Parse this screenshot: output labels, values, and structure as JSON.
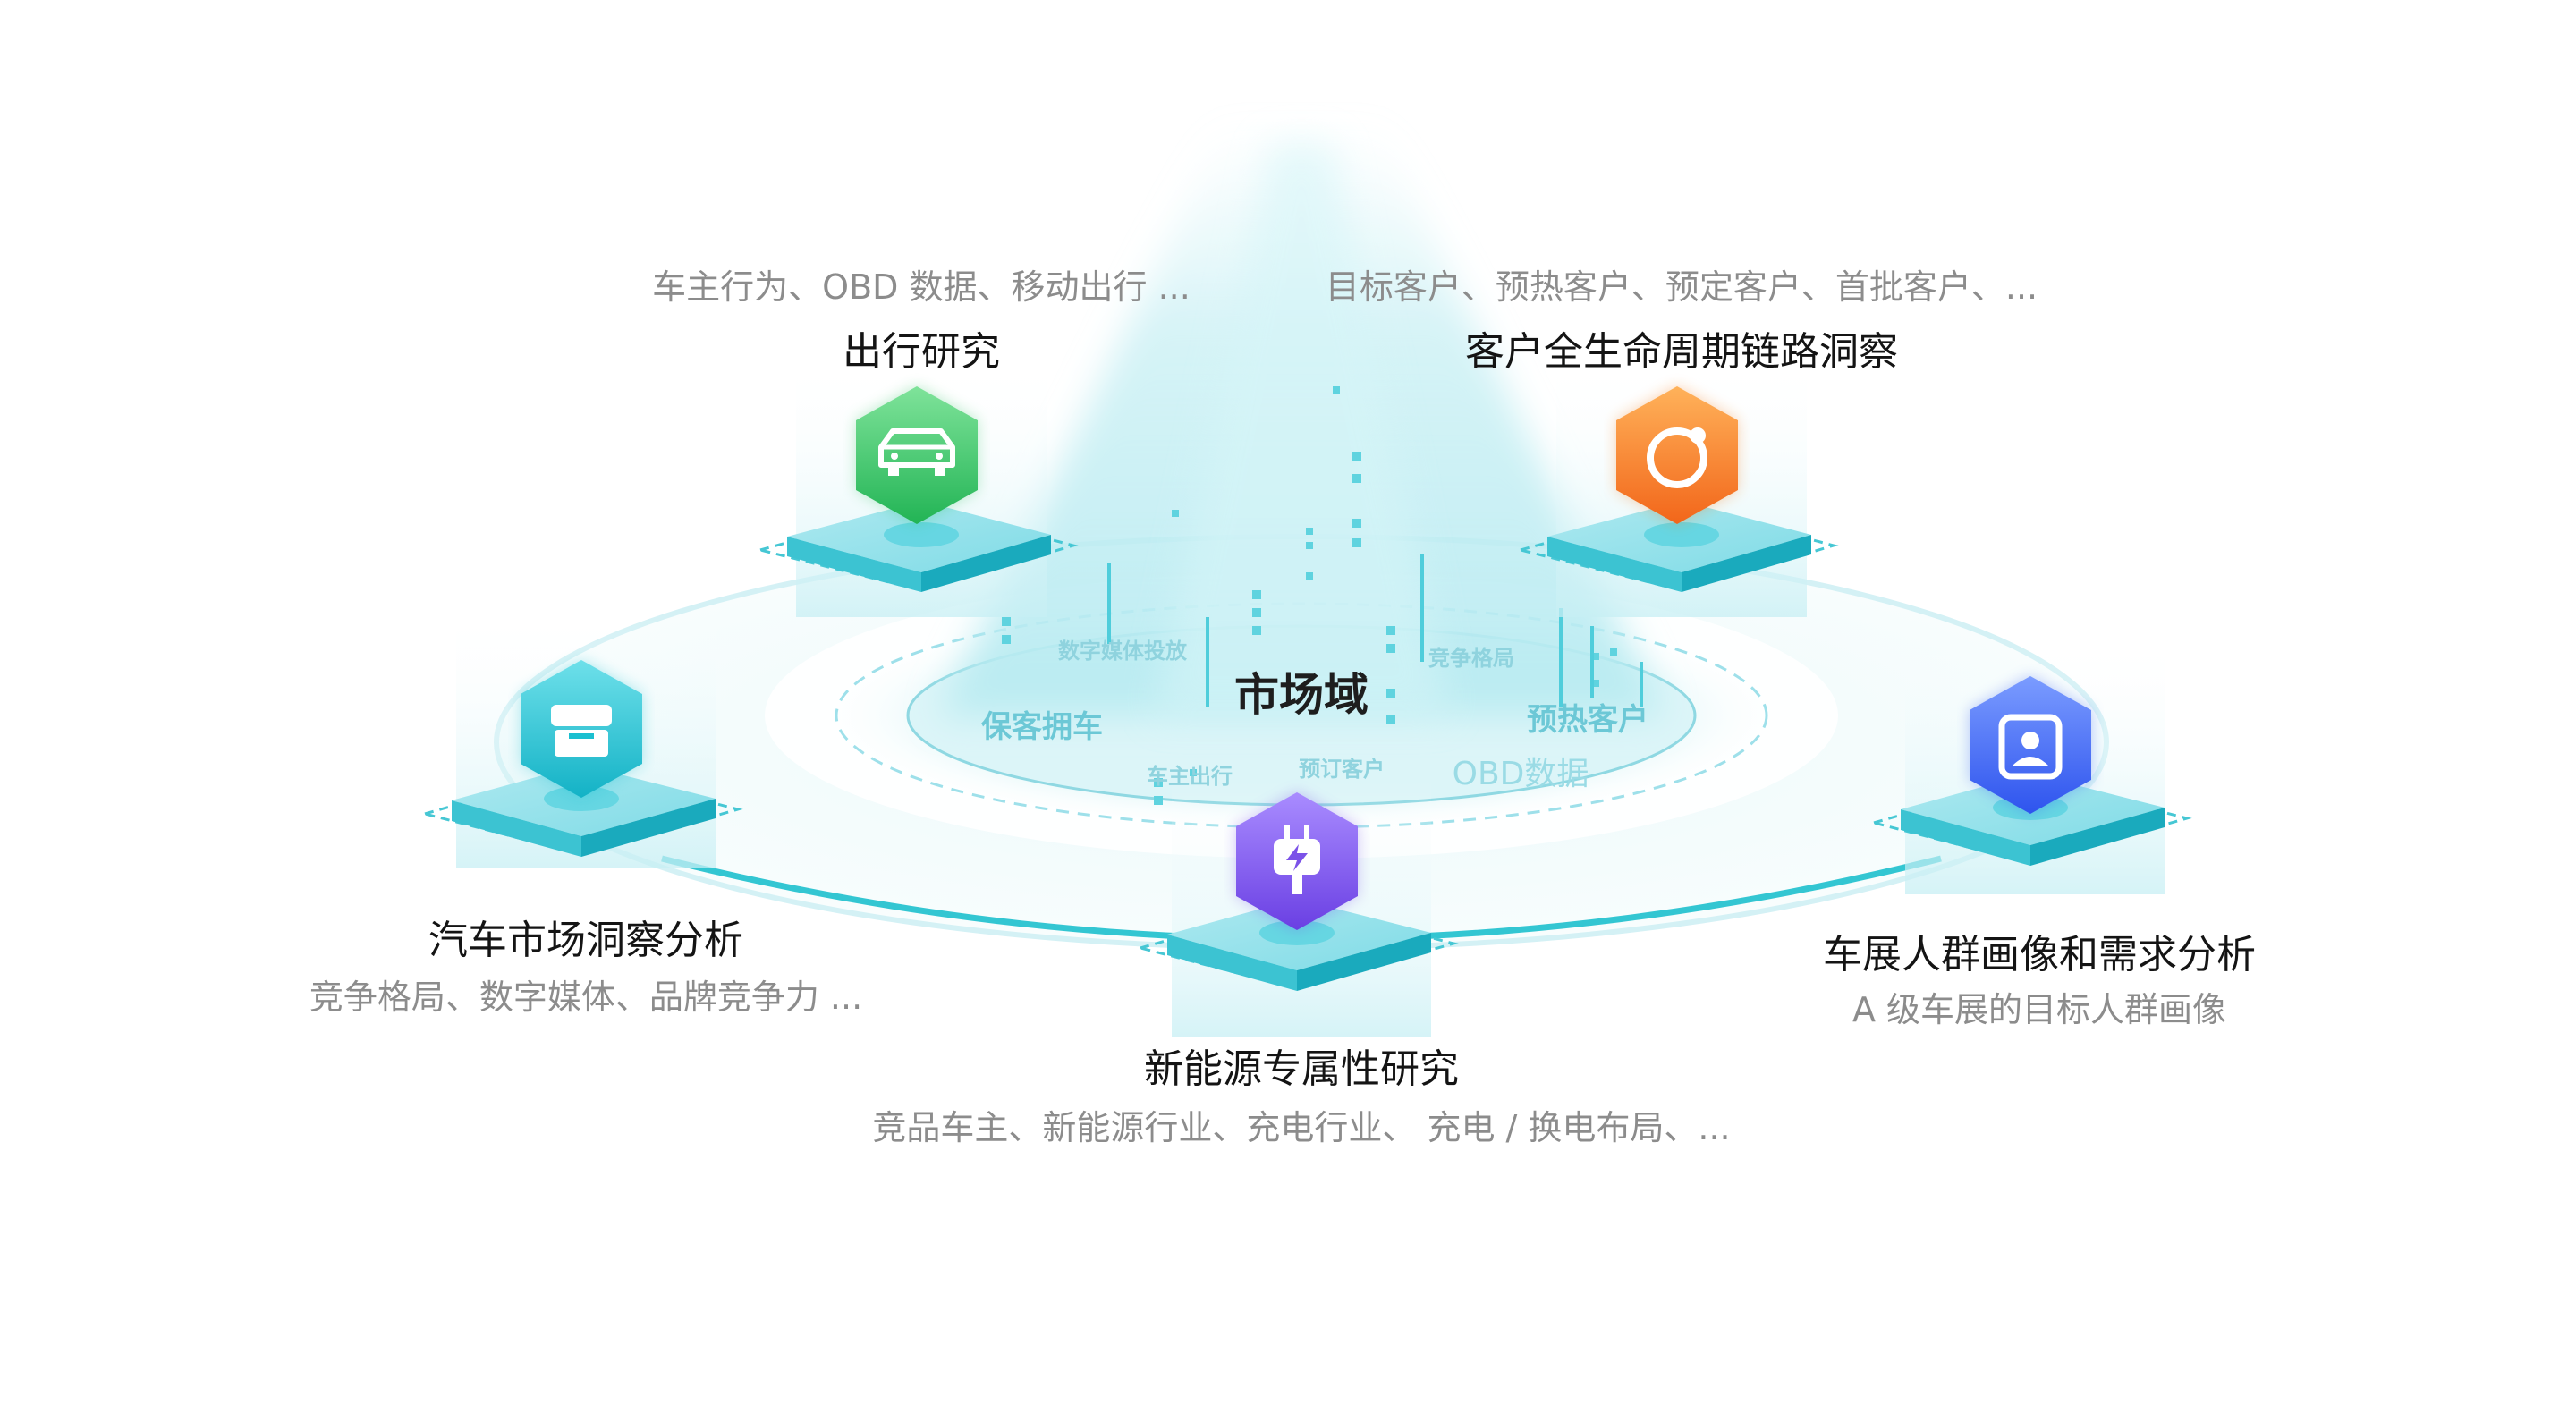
{
  "center": {
    "title": "市场域",
    "ring_labels": {
      "keep_car": "保客拥车",
      "preheat_customer": "预热客户",
      "digital_media": "数字媒体投放",
      "competition": "竞争格局",
      "owner_travel": "车主出行",
      "booked_customer": "预订客户",
      "obd_data": "OBD数据"
    }
  },
  "nodes": {
    "travel": {
      "icon": "car-icon",
      "title": "出行研究",
      "desc": "车主行为、OBD 数据、移动出行 ...",
      "color": "#3cc46a"
    },
    "lifecycle": {
      "icon": "target-ring-icon",
      "title": "客户全生命周期链路洞察",
      "desc": "目标客户、预热客户、预定客户、首批客户、...",
      "color": "#f57c1f"
    },
    "market": {
      "icon": "store-icon",
      "title": "汽车市场洞察分析",
      "desc": "竞争格局、数字媒体、品牌竞争力 ...",
      "color": "#1cbfd0"
    },
    "new_energy": {
      "icon": "charging-plug-icon",
      "title": "新能源专属性研究",
      "desc": "竞品车主、新能源行业、充电行业、 充电 / 换电布局、...",
      "color": "#7b52e8"
    },
    "auto_show": {
      "icon": "portrait-icon",
      "title": "车展人群画像和需求分析",
      "desc": "A 级车展的目标人群画像",
      "color": "#3a5ef0"
    }
  }
}
